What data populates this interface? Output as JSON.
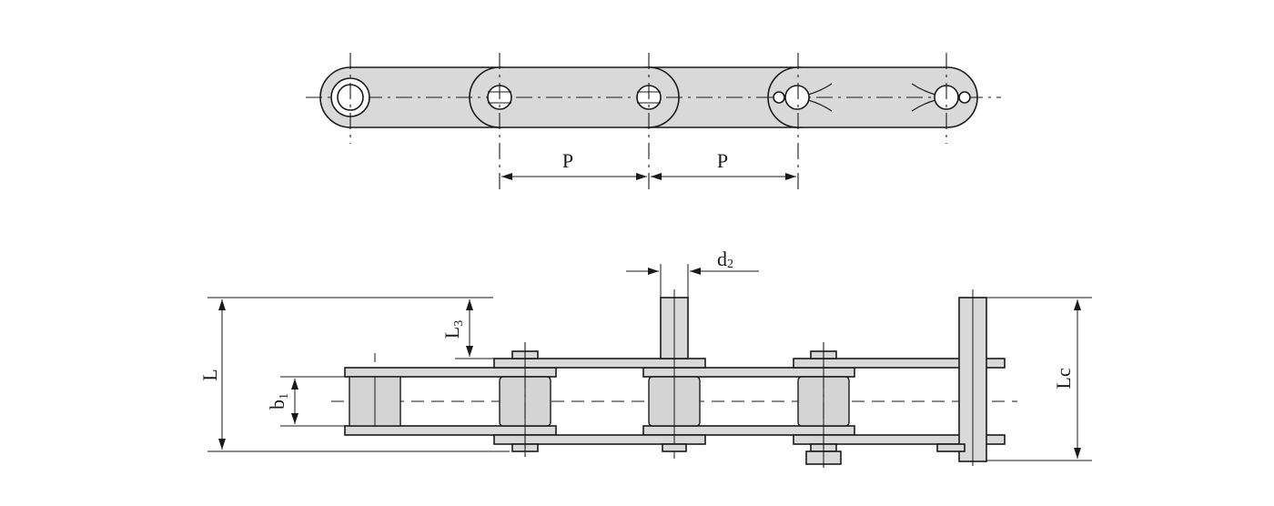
{
  "labels": {
    "pitch_left": "P",
    "pitch_right": "P",
    "pin_diameter": "d",
    "pin_diameter_sub": "2",
    "overall_length": "L",
    "inner_width": "b",
    "inner_width_sub": "1",
    "pin_extension": "L",
    "pin_extension_sub": "3",
    "connecting_length": "Lc"
  }
}
